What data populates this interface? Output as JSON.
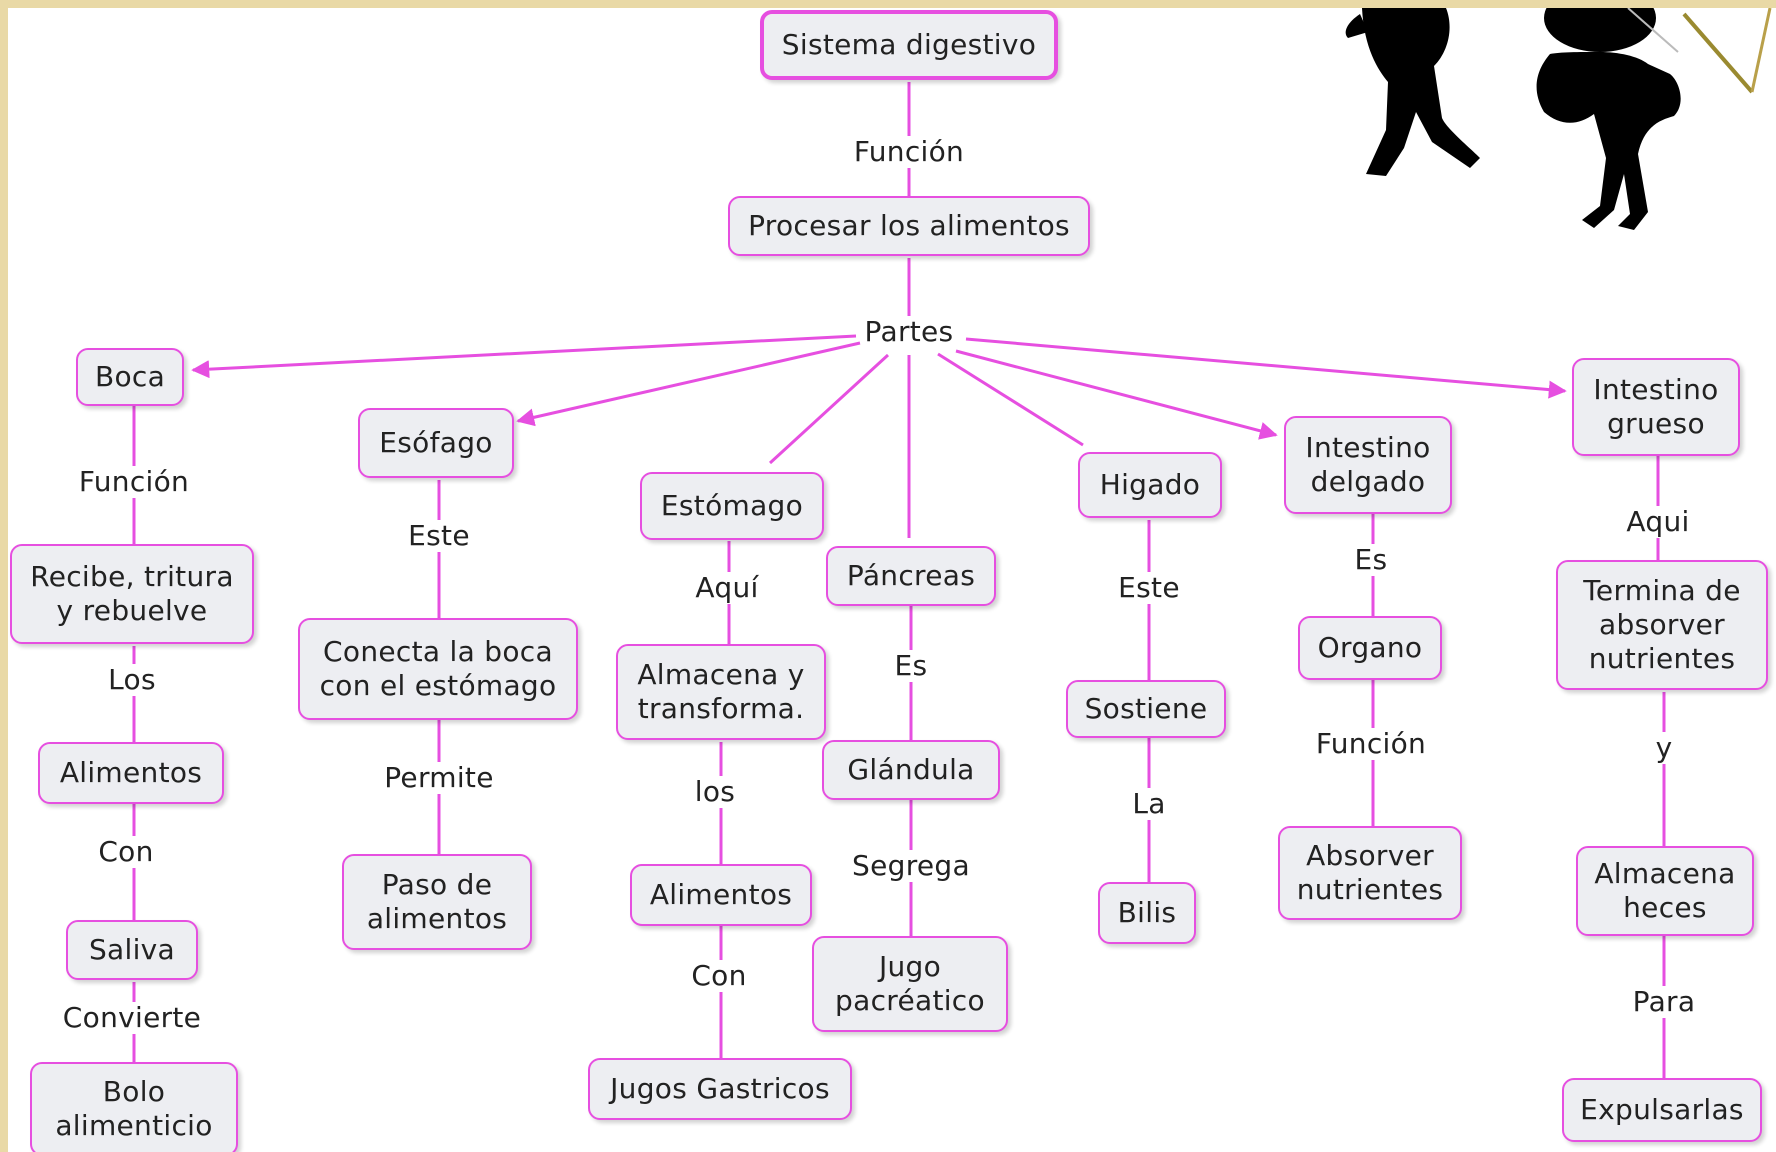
{
  "colors": {
    "frame": "#e9d9a6",
    "node_fill": "#edeef2",
    "node_border": "#e64fe0",
    "link": "#e64fe0"
  },
  "nodes": {
    "sistema": "Sistema digestivo",
    "procesar": "Procesar los alimentos",
    "boca": "Boca",
    "recibe": "Recibe, tritura\ny rebuelve",
    "alimentos_1": "Alimentos",
    "saliva": "Saliva",
    "bolo": "Bolo\nalimenticio",
    "esofago": "Esófago",
    "conecta": "Conecta la boca\ncon el estómago",
    "paso": "Paso de\nalimentos",
    "estomago": "Estómago",
    "almacena_transforma": "Almacena y\ntransforma.",
    "alimentos_2": "Alimentos",
    "jugos_gastricos": "Jugos Gastricos",
    "pancreas": "Páncreas",
    "glandula": "Glándula",
    "jugo_pancreatico": "Jugo\npacréatico",
    "higado": "Higado",
    "sostiene": "Sostiene",
    "bilis": "Bilis",
    "intestino_delgado": "Intestino\ndelgado",
    "organo": "Organo",
    "absorver": "Absorver\nnutrientes",
    "intestino_grueso": "Intestino\ngrueso",
    "termina": "Termina de\nabsorver\nnutrientes",
    "almacena_heces": "Almacena\nheces",
    "expulsarlas": "Expulsarlas"
  },
  "links": {
    "funcion_1": "Función",
    "partes": "Partes",
    "funcion_boca": "Función",
    "los_boca": "Los",
    "con_boca": "Con",
    "convierte": "Convierte",
    "este_esofago": "Este",
    "permite": "Permite",
    "aqui_estomago": "Aquí",
    "los_estomago": "los",
    "con_estomago": "Con",
    "es_pancreas": "Es",
    "segrega": "Segrega",
    "este_higado": "Este",
    "la_higado": "La",
    "es_intestino": "Es",
    "funcion_intestino": "Función",
    "aqui_grueso": "Aqui",
    "y_grueso": "y",
    "para_grueso": "Para"
  }
}
